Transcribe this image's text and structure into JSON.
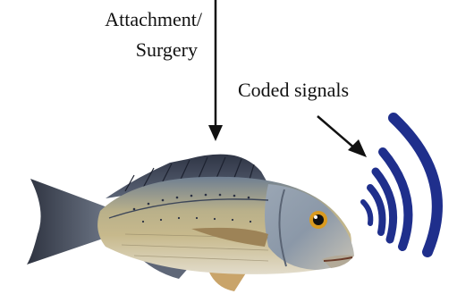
{
  "labels": {
    "attachment_line1": "Attachment/",
    "attachment_line2": "Surgery",
    "coded_signals": "Coded signals"
  },
  "icons": {
    "fish": "fish-illustration",
    "signal": "radio-signal-arcs",
    "arrow": "pointer-arrow"
  },
  "colors": {
    "signal_arcs": "#1f2f8c",
    "arrows": "#111111",
    "text": "#111111"
  }
}
